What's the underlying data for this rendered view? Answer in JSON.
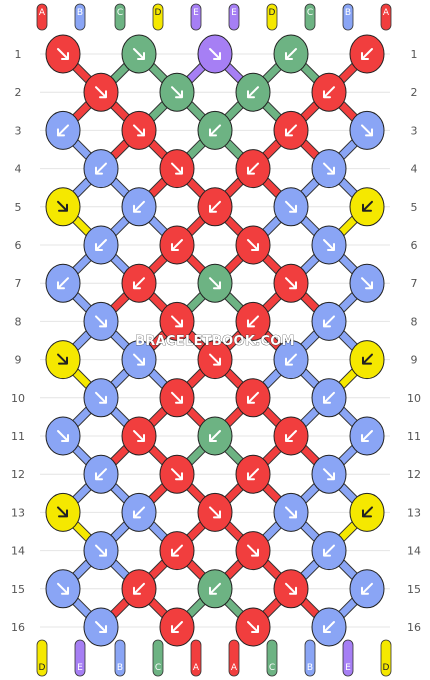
{
  "colors": {
    "A": "#f13e3e",
    "B": "#8aa5f5",
    "C": "#6db383",
    "D": "#f5e800",
    "E": "#a67ff4"
  },
  "strands_top": [
    "A",
    "B",
    "C",
    "D",
    "E",
    "E",
    "D",
    "C",
    "B",
    "A"
  ],
  "strands_bottom": [
    "D",
    "E",
    "B",
    "C",
    "A",
    "A",
    "C",
    "B",
    "E",
    "D"
  ],
  "row_labels": [
    "1",
    "2",
    "3",
    "4",
    "5",
    "6",
    "7",
    "8",
    "9",
    "10",
    "11",
    "12",
    "13",
    "14",
    "15",
    "16"
  ],
  "knots": [
    [
      [
        "A",
        "se"
      ],
      [
        "C",
        "se"
      ],
      [
        "E",
        "se"
      ],
      [
        "C",
        "sw"
      ],
      [
        "A",
        "sw"
      ]
    ],
    [
      [
        "A",
        "se"
      ],
      [
        "C",
        "se"
      ],
      [
        "C",
        "sw"
      ],
      [
        "A",
        "sw"
      ]
    ],
    [
      [
        "B",
        "sw"
      ],
      [
        "A",
        "se"
      ],
      [
        "C",
        "sw"
      ],
      [
        "A",
        "sw"
      ],
      [
        "B",
        "se"
      ]
    ],
    [
      [
        "B",
        "sw"
      ],
      [
        "A",
        "se"
      ],
      [
        "A",
        "sw"
      ],
      [
        "B",
        "se"
      ]
    ],
    [
      [
        "D",
        "fb"
      ],
      [
        "B",
        "sw"
      ],
      [
        "A",
        "sw"
      ],
      [
        "B",
        "se"
      ],
      [
        "D",
        "bf"
      ]
    ],
    [
      [
        "B",
        "sw"
      ],
      [
        "A",
        "sw"
      ],
      [
        "A",
        "se"
      ],
      [
        "B",
        "se"
      ]
    ],
    [
      [
        "B",
        "sw"
      ],
      [
        "A",
        "sw"
      ],
      [
        "C",
        "se"
      ],
      [
        "A",
        "se"
      ],
      [
        "B",
        "se"
      ]
    ],
    [
      [
        "B",
        "se"
      ],
      [
        "A",
        "se"
      ],
      [
        "A",
        "sw"
      ],
      [
        "B",
        "sw"
      ]
    ],
    [
      [
        "D",
        "fb"
      ],
      [
        "B",
        "se"
      ],
      [
        "A",
        "se"
      ],
      [
        "B",
        "sw"
      ],
      [
        "D",
        "bf"
      ]
    ],
    [
      [
        "B",
        "se"
      ],
      [
        "A",
        "se"
      ],
      [
        "A",
        "sw"
      ],
      [
        "B",
        "sw"
      ]
    ],
    [
      [
        "B",
        "se"
      ],
      [
        "A",
        "se"
      ],
      [
        "C",
        "sw"
      ],
      [
        "A",
        "sw"
      ],
      [
        "B",
        "sw"
      ]
    ],
    [
      [
        "B",
        "sw"
      ],
      [
        "A",
        "se"
      ],
      [
        "A",
        "sw"
      ],
      [
        "B",
        "se"
      ]
    ],
    [
      [
        "D",
        "fb"
      ],
      [
        "B",
        "sw"
      ],
      [
        "A",
        "se"
      ],
      [
        "B",
        "se"
      ],
      [
        "D",
        "bf"
      ]
    ],
    [
      [
        "B",
        "se"
      ],
      [
        "A",
        "sw"
      ],
      [
        "A",
        "se"
      ],
      [
        "B",
        "sw"
      ]
    ],
    [
      [
        "B",
        "se"
      ],
      [
        "A",
        "sw"
      ],
      [
        "C",
        "sw"
      ],
      [
        "A",
        "se"
      ],
      [
        "B",
        "sw"
      ]
    ],
    [
      [
        "B",
        "se"
      ],
      [
        "A",
        "sw"
      ],
      [
        "A",
        "se"
      ],
      [
        "B",
        "sw"
      ]
    ]
  ],
  "watermark": "BRACELETBOOK.COM"
}
